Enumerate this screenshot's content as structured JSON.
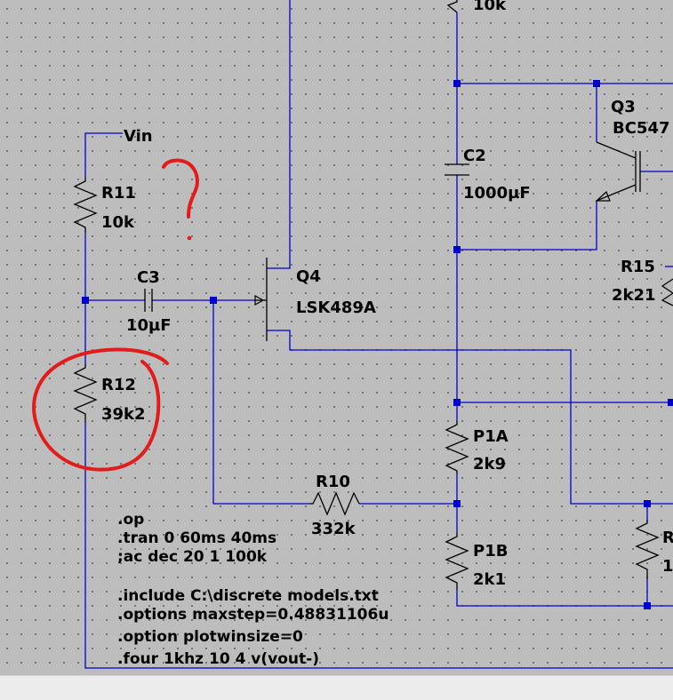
{
  "schematic": {
    "net_labels": {
      "vin": "Vin"
    },
    "components": {
      "r11": {
        "name": "R11",
        "value": "10k"
      },
      "r12": {
        "name": "R12",
        "value": "39k2"
      },
      "c3": {
        "name": "C3",
        "value": "10µF"
      },
      "q4": {
        "name": "Q4",
        "value": "LSK489A"
      },
      "c2": {
        "name": "C2",
        "value": "1000µF"
      },
      "q3": {
        "name": "Q3",
        "value": "BC547"
      },
      "r15": {
        "name": "R15",
        "value": "2k21"
      },
      "r10": {
        "name": "R10",
        "value": "332k"
      },
      "p1a": {
        "name": "P1A",
        "value": "2k9"
      },
      "p1b": {
        "name": "P1B",
        "value": "2k1"
      },
      "top_resistor": {
        "value": "10k"
      },
      "right_resistor": {
        "name": "R",
        "value": "1"
      }
    },
    "spice_directives": [
      ".op",
      ".tran 0 60ms 40ms",
      ";ac dec 20 1 100k",
      ".include C:\\discrete models.txt",
      ".options maxstep=0.48831106u",
      ".option plotwinsize=0",
      ".four 1khz 10 4 v(vout-)"
    ],
    "annotations": {
      "question_mark": "?"
    },
    "colors": {
      "wire": "#0000cc",
      "component": "#000000",
      "background": "#bdbdbd",
      "ink": "#e21b1b"
    }
  }
}
